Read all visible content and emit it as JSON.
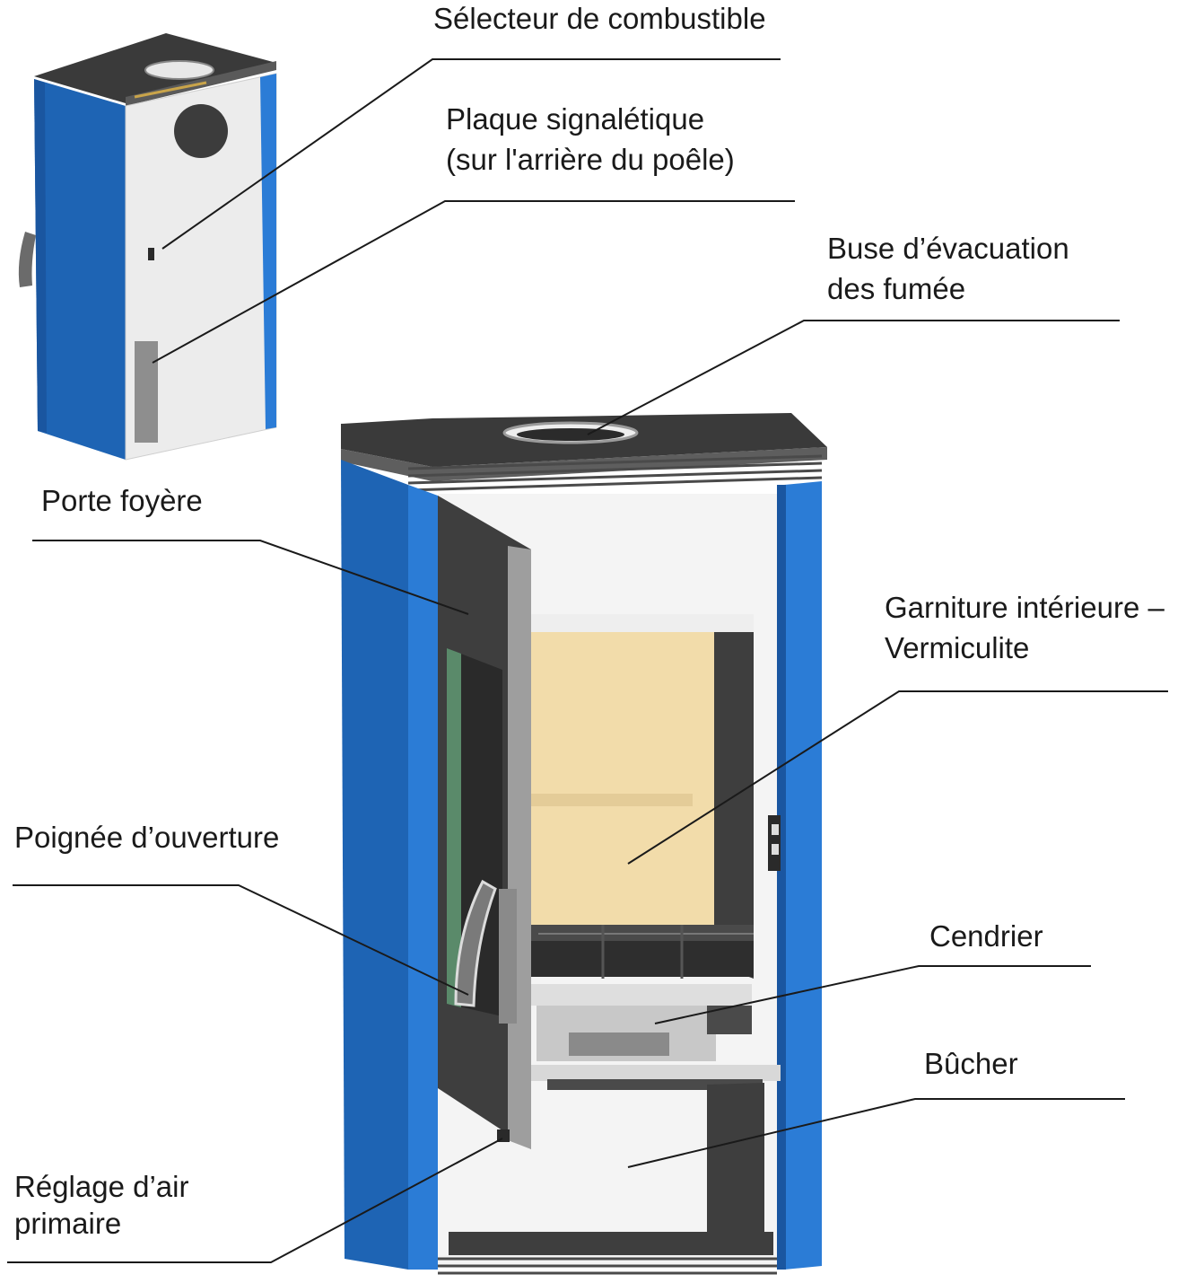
{
  "labels": {
    "fuel_selector": "Sélecteur de combustible",
    "rating_plate_1": "Plaque signalétique",
    "rating_plate_2": "(sur l'arrière du poêle)",
    "flue_outlet_1": "Buse d’évacuation",
    "flue_outlet_2": "des fumée",
    "fire_door": "Porte foyère",
    "lining_1": "Garniture intérieure –",
    "lining_2": "Vermiculite",
    "handle": "Poignée d’ouverture",
    "ash_pan": "Cendrier",
    "log_store": "Bûcher",
    "primary_air_1": "Réglage d’air",
    "primary_air_2": "primaire"
  },
  "colors": {
    "panel_blue": "#1e64b4",
    "body_white": "#f2f2f2",
    "top_dark": "#3a3a3a",
    "vermiculite": "#f2dcaa",
    "leader_line": "#1a1a1a"
  }
}
